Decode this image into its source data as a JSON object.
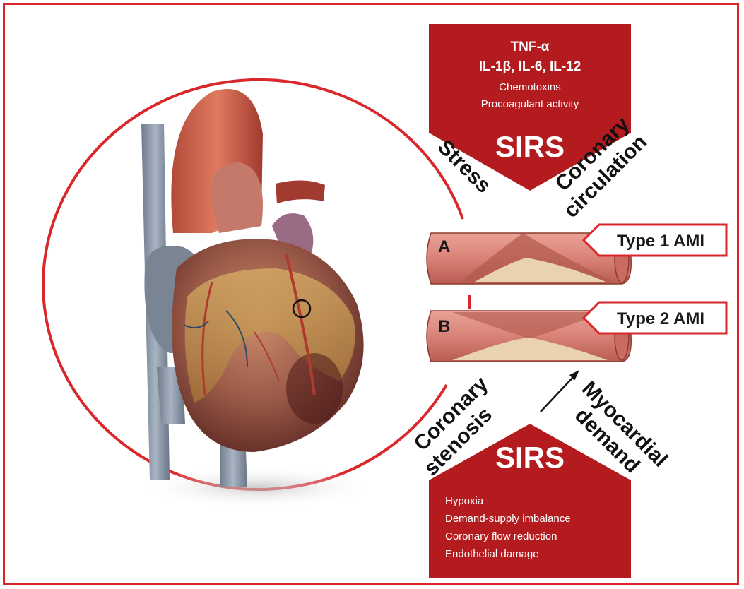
{
  "top_box": {
    "line1": "TNF-α",
    "line2": "IL-1β, IL-6, IL-12",
    "line3": "Chemotoxins",
    "line4": "Procoagulant activity",
    "sirs": "SIRS"
  },
  "bottom_box": {
    "sirs": "SIRS",
    "items": [
      "Hypoxia",
      "Demand-supply imbalance",
      "Coronary flow reduction",
      "Endothelial damage"
    ]
  },
  "side_labels": {
    "stress": "Stress",
    "coronary_circulation_1": "Coronary",
    "coronary_circulation_2": "circulation",
    "coronary_stenosis_1": "Coronary",
    "coronary_stenosis_2": "stenosis",
    "myocardial_demand_1": "Myocardial",
    "myocardial_demand_2": "demand"
  },
  "vessels": [
    {
      "letter": "A",
      "callout": "Type 1 AMI"
    },
    {
      "letter": "B",
      "callout": "Type 2 AMI"
    }
  ],
  "colors": {
    "accent": "#d9272c",
    "box_red": "#b31b1e",
    "vessel": "#d98277",
    "plaque": "#e8d2b0"
  }
}
